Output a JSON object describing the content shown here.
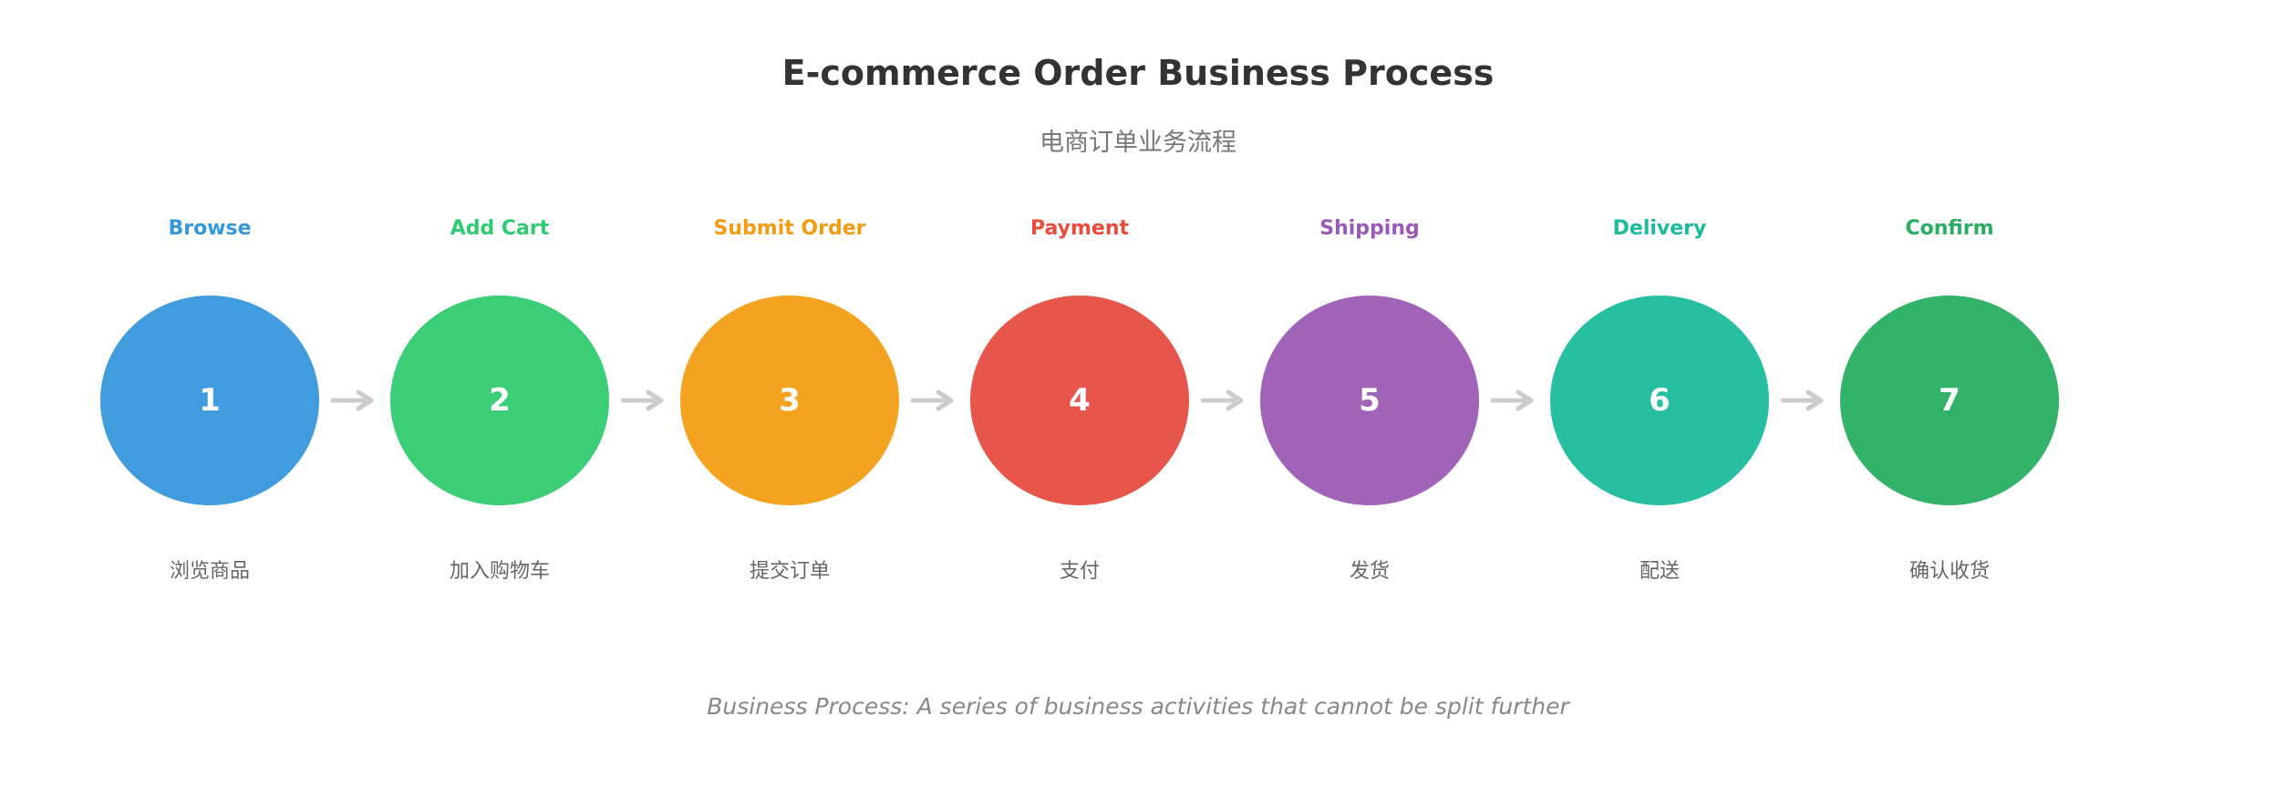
{
  "header": {
    "title": "E-commerce Order Business Process",
    "subtitle": "电商订单业务流程"
  },
  "steps": [
    {
      "number": "1",
      "label": "Browse",
      "label_cn": "浏览商品",
      "color": "#409CDC",
      "label_color": "#3498DB"
    },
    {
      "number": "2",
      "label": "Add Cart",
      "label_cn": "加入购物车",
      "color": "#3BCE77",
      "label_color": "#2ECC71"
    },
    {
      "number": "3",
      "label": "Submit Order",
      "label_cn": "提交订单",
      "color": "#F3A320",
      "label_color": "#F39C12"
    },
    {
      "number": "4",
      "label": "Payment",
      "label_cn": "支付",
      "color": "#E8554A",
      "label_color": "#E74C3C"
    },
    {
      "number": "5",
      "label": "Shipping",
      "label_cn": "发货",
      "color": "#A063B8",
      "label_color": "#9B59B6"
    },
    {
      "number": "6",
      "label": "Delivery",
      "label_cn": "配送",
      "color": "#27BFA2",
      "label_color": "#1ABC9C"
    },
    {
      "number": "7",
      "label": "Confirm",
      "label_cn": "确认收货",
      "color": "#33B36A",
      "label_color": "#27AE60"
    }
  ],
  "arrow_color": "#CCCCCC",
  "footer": {
    "note": "Business Process: A series of business activities that cannot be split further"
  }
}
